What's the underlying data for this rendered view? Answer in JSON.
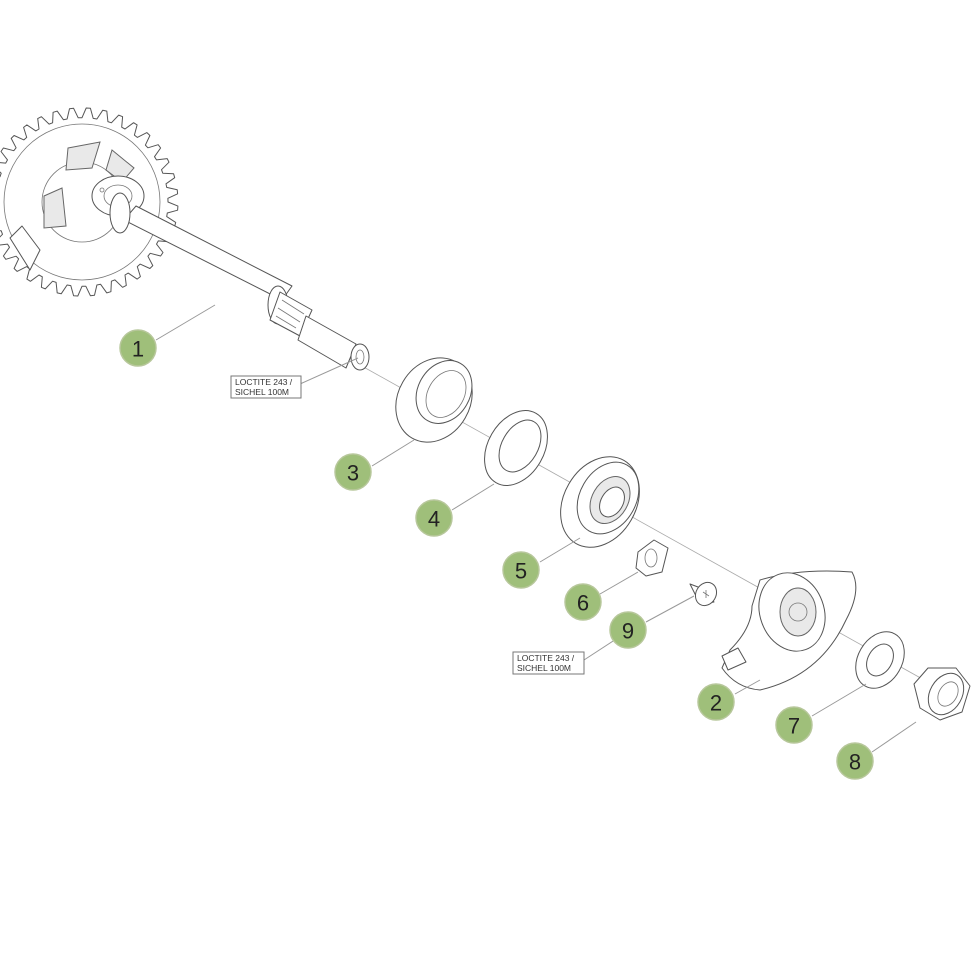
{
  "callouts": [
    {
      "label": "1"
    },
    {
      "label": "2"
    },
    {
      "label": "3"
    },
    {
      "label": "4"
    },
    {
      "label": "5"
    },
    {
      "label": "6"
    },
    {
      "label": "7"
    },
    {
      "label": "8"
    },
    {
      "label": "9"
    }
  ],
  "notes": [
    {
      "line1": "LOCTITE 243 /",
      "line2": "SICHEL 100M"
    },
    {
      "line1": "LOCTITE 243 /",
      "line2": "SICHEL 100M"
    }
  ],
  "colors": {
    "callout_fill": "#9fbf7a",
    "line": "#555555"
  }
}
